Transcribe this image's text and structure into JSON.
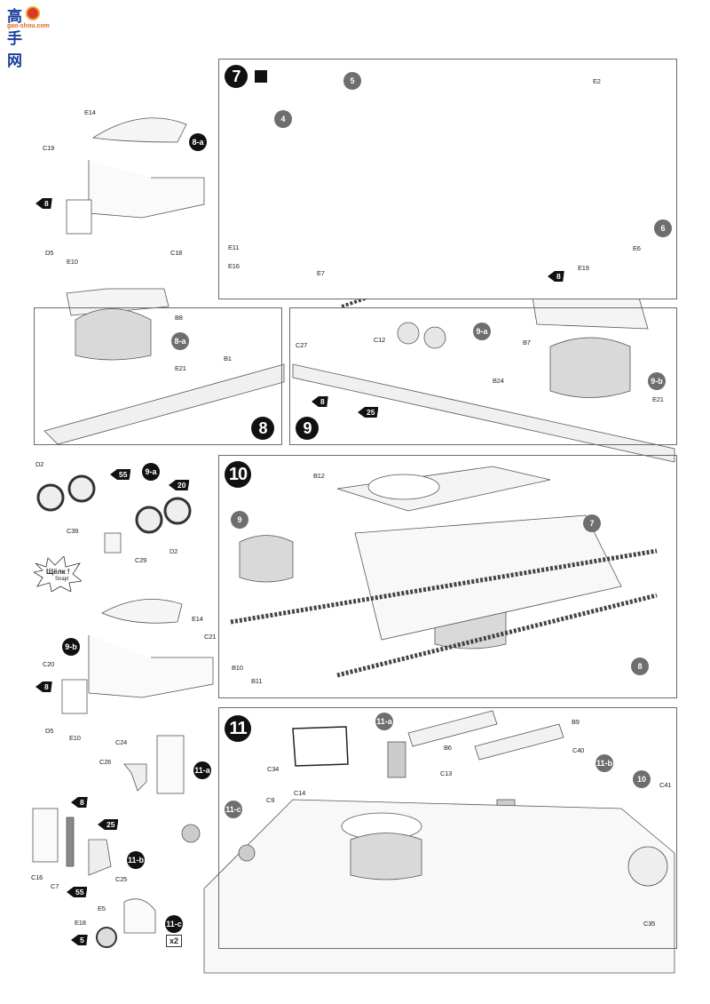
{
  "watermark": {
    "chinese_text": "高手网",
    "url_text": "gao-shou.com"
  },
  "steps": [
    {
      "number": "7",
      "icon": "mirror-symmetric-icon",
      "ref_badges": [
        "5",
        "4",
        "6"
      ],
      "part_labels": [
        "E2",
        "E11",
        "E16",
        "E7",
        "E19",
        "E6"
      ],
      "paint_codes": [
        "8"
      ]
    },
    {
      "number": "8",
      "ref_badges": [
        "8-a"
      ],
      "part_labels": [
        "B8",
        "E21",
        "B1"
      ]
    },
    {
      "number": "9",
      "ref_badges": [
        "9-a",
        "9-b"
      ],
      "part_labels": [
        "C27",
        "C12",
        "B7",
        "B24",
        "E21"
      ],
      "paint_codes": [
        "8",
        "25"
      ]
    },
    {
      "number": "10",
      "ref_badges": [
        "9",
        "7",
        "8"
      ],
      "part_labels": [
        "B12",
        "B10",
        "B11"
      ]
    },
    {
      "number": "11",
      "ref_badges": [
        "11-a",
        "11-b",
        "11-c",
        "10"
      ],
      "part_labels": [
        "B6",
        "B9",
        "C40",
        "C34",
        "C14",
        "C13",
        "C9",
        "C41",
        "C35"
      ]
    }
  ],
  "subassemblies": {
    "sub_8a": {
      "badge": "8-a",
      "part_labels": [
        "E14",
        "C19",
        "D5",
        "E10",
        "C18"
      ],
      "paint_codes": [
        "8"
      ]
    },
    "sub_9a": {
      "badge": "9-a",
      "part_labels": [
        "D2",
        "C39",
        "C29",
        "D2"
      ],
      "paint_codes": [
        "55",
        "20"
      ],
      "snap_text_ru": "Щёлк !",
      "snap_text_en": "Snap!"
    },
    "sub_9b": {
      "badge": "9-b",
      "part_labels": [
        "E14",
        "C21",
        "C20",
        "D5",
        "E10"
      ],
      "paint_codes": [
        "8"
      ]
    },
    "sub_11a": {
      "badge": "11-a",
      "part_labels": [
        "C24",
        "C26"
      ]
    },
    "sub_11b": {
      "badge": "11-b",
      "part_labels": [
        "C16",
        "C7",
        "C25"
      ],
      "paint_codes": [
        "8",
        "25",
        "55"
      ]
    },
    "sub_11c": {
      "badge": "11-c",
      "part_labels": [
        "E5",
        "E18"
      ],
      "paint_codes": [
        "5"
      ],
      "quantity": "x2"
    }
  }
}
